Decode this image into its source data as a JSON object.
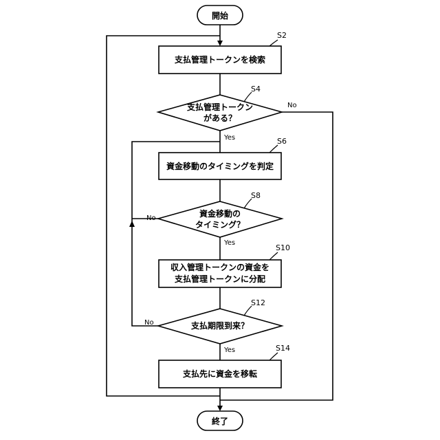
{
  "flowchart": {
    "start": "開始",
    "end": "終了",
    "s2": {
      "label": "S2",
      "text": "支払管理トークンを検索"
    },
    "s4": {
      "label": "S4",
      "line1": "支払管理トークン",
      "line2": "がある？",
      "no": "No",
      "yes": "Yes"
    },
    "s6": {
      "label": "S6",
      "text": "資金移動のタイミングを判定"
    },
    "s8": {
      "label": "S8",
      "line1": "資金移動の",
      "line2": "タイミング？",
      "no": "No",
      "yes": "Yes"
    },
    "s10": {
      "label": "S10",
      "line1": "収入管理トークンの資金を",
      "line2": "支払管理トークンに分配"
    },
    "s12": {
      "label": "S12",
      "text": "支払期限到来？",
      "no": "No",
      "yes": "Yes"
    },
    "s14": {
      "label": "S14",
      "text": "支払先に資金を移転"
    }
  }
}
